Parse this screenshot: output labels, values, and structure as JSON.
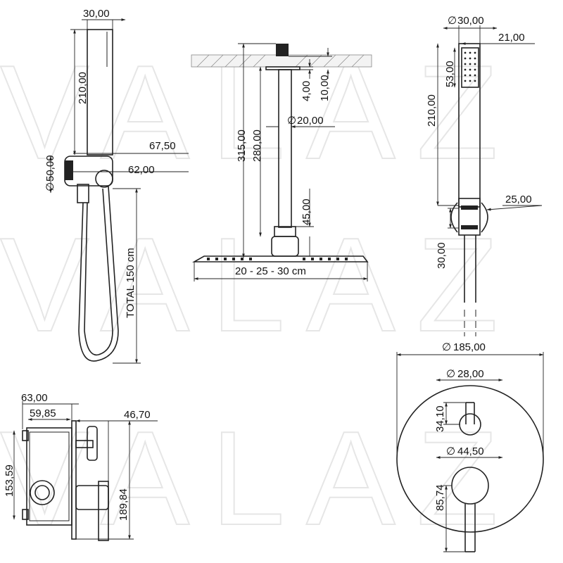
{
  "watermark": "VALAZ",
  "hand_shower_side": {
    "dia_top": "30,00",
    "length": "210,00",
    "dia_outlet": "50,00",
    "reach_1": "67,50",
    "reach_2": "62,00",
    "hose": "TOTAL 150 cm"
  },
  "head_shower": {
    "height_1": "315,00",
    "height_2": "280,00",
    "ceiling_1": "4,00",
    "ceiling_2": "10,00",
    "arm_dia": "20,00",
    "base_h": "45,00",
    "head_size": "20 - 25 - 30 cm"
  },
  "hand_shower_front": {
    "dia": "30,00",
    "width": "21,00",
    "head_h": "53,00",
    "length": "210,00",
    "holder": "25,00",
    "holder_h": "30,00"
  },
  "valve_body": {
    "d1": "63,00",
    "d2": "59,85",
    "d3": "46,70",
    "h1": "153,59",
    "h2": "189,84"
  },
  "plate": {
    "dia": "185,00",
    "knob_dia": "28,00",
    "knob_h": "34,10",
    "lever_dia": "44,50",
    "lever_h": "85,74"
  }
}
